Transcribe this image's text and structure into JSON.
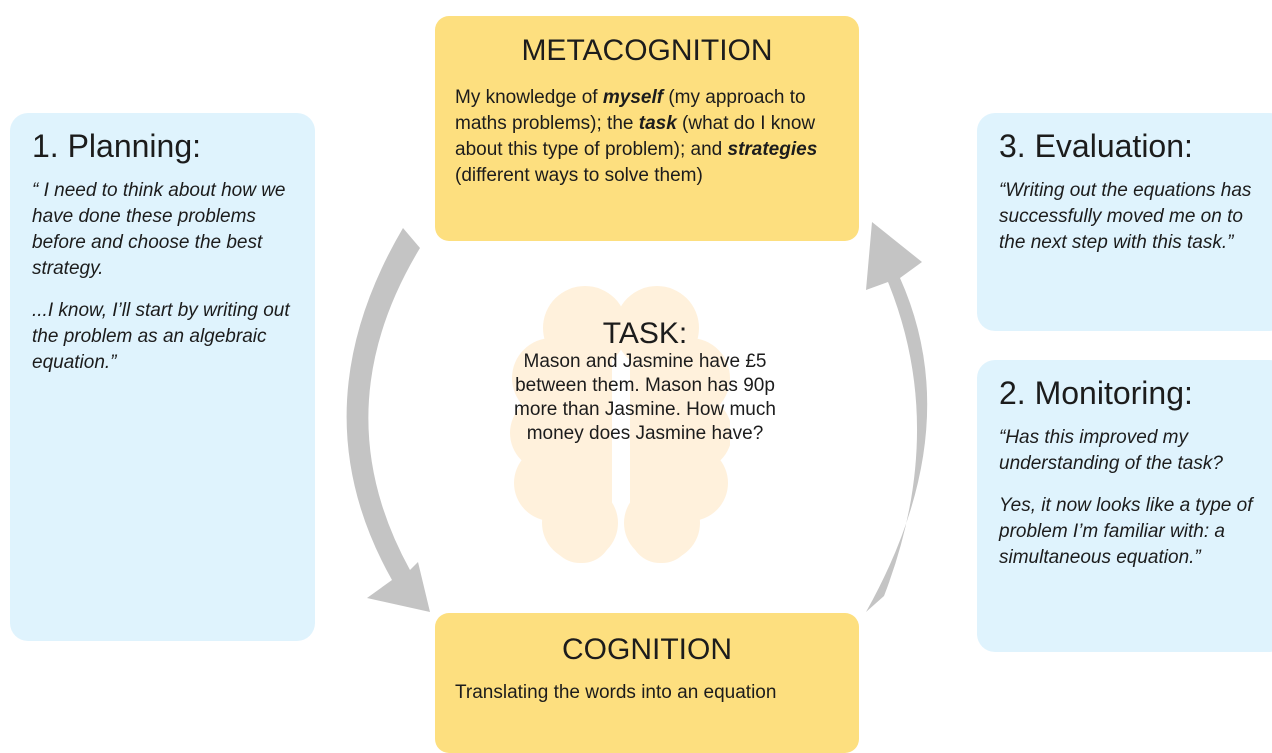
{
  "planning": {
    "title": "1. Planning:",
    "quote1": "“ I need to think about how we have done these problems before and choose the best strategy.",
    "quote2": "...I know, I’ll start by writing out the problem as an algebraic equation.”"
  },
  "evaluation": {
    "title": "3. Evaluation:",
    "quote": "“Writing out the equations has successfully moved me on to the next step with this task.”"
  },
  "monitoring": {
    "title": "2. Monitoring:",
    "quote1": "“Has this improved my understanding of the task?",
    "quote2": "Yes, it now looks like a type of problem I’m familiar with: a simultaneous equation.”"
  },
  "metacognition": {
    "title": "METACOGNITION",
    "text_1": "My knowledge of ",
    "em_1": "myself",
    "text_2": " (my approach to maths problems); the ",
    "em_2": "task",
    "text_3": " (what do I know about this type of problem); and ",
    "em_3": "strategies",
    "text_4": " (different ways to solve them)"
  },
  "cognition": {
    "title": "COGNITION",
    "body": "Translating the words into an equation"
  },
  "task": {
    "title": "TASK:",
    "body": "Mason and Jasmine have £5 between them. Mason has 90p more than Jasmine. How much money does Jasmine have?"
  },
  "colors": {
    "side_panel": "#dff3fd",
    "center_box": "#fddf7f",
    "arrow": "#c4c4c4",
    "brain": "#fff1dc"
  }
}
